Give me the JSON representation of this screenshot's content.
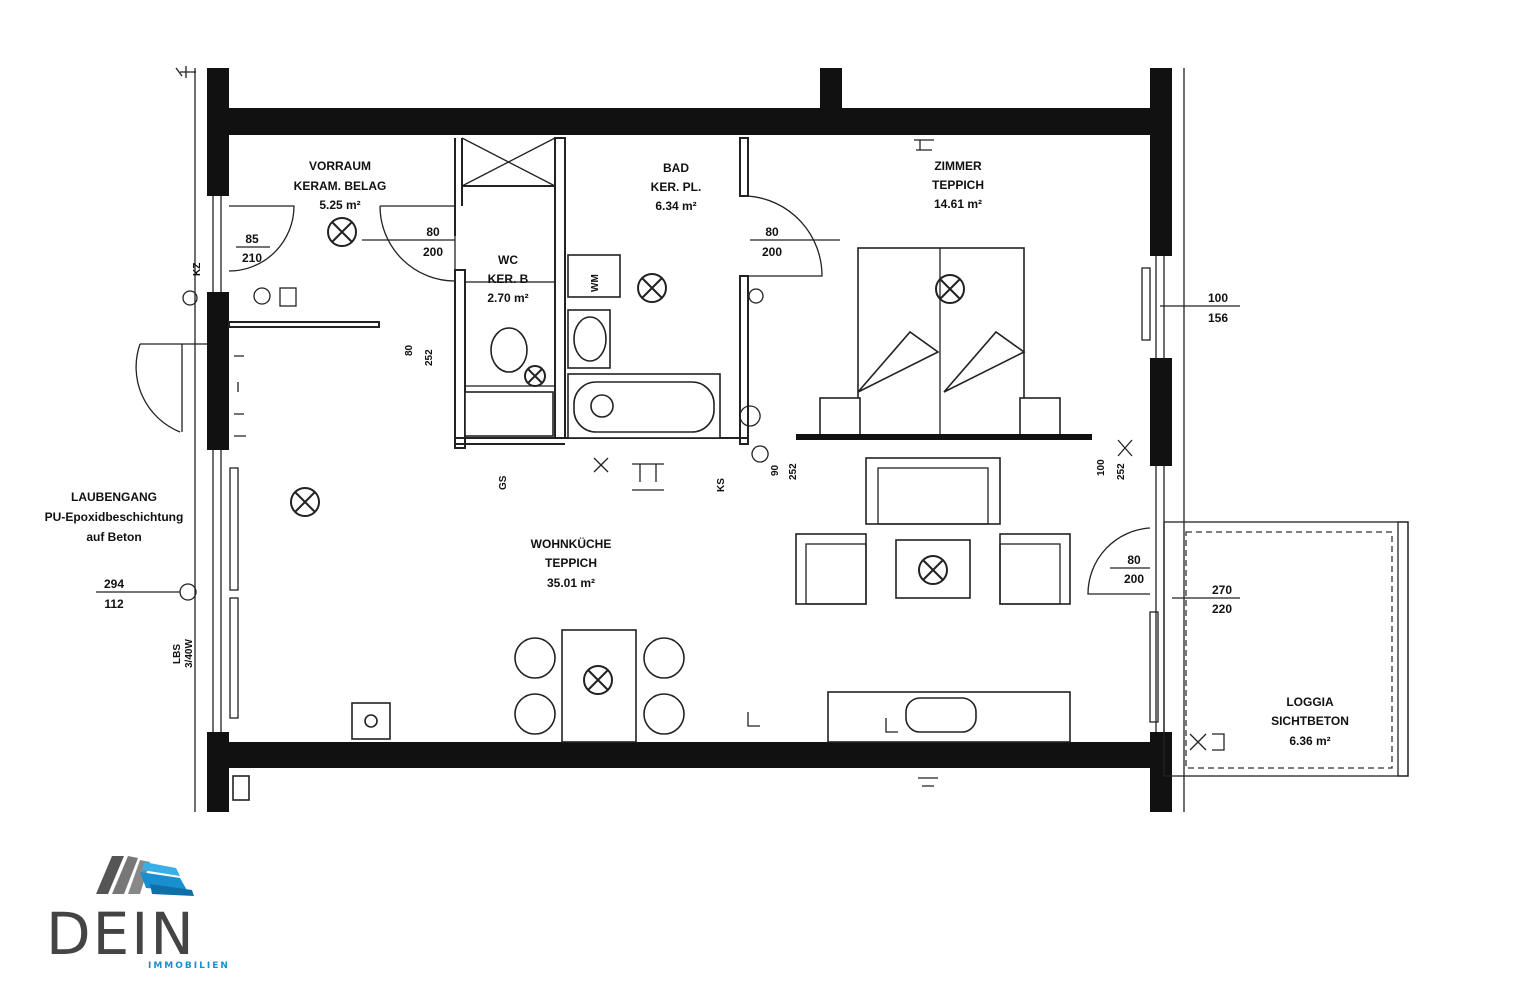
{
  "rooms": {
    "vorraum": {
      "name": "VORRAUM",
      "floor": "KERAM. BELAG",
      "area": "5.25 m²"
    },
    "bad": {
      "name": "BAD",
      "floor": "KER. PL.",
      "area": "6.34 m²"
    },
    "zimmer": {
      "name": "ZIMMER",
      "floor": "TEPPICH",
      "area": "14.61 m²"
    },
    "wc": {
      "name": "WC",
      "floor": "KER. B",
      "area": "2.70 m²"
    },
    "wohnkueche": {
      "name": "WOHNKÜCHE",
      "floor": "TEPPICH",
      "area": "35.01 m²"
    },
    "loggia": {
      "name": "LOGGIA",
      "floor": "SICHTBETON",
      "area": "6.36 m²"
    },
    "laubengang": {
      "name": "LAUBENGANG",
      "floor": "PU-Epoxidbeschichtung",
      "extra": "auf Beton"
    }
  },
  "dimensions": {
    "entry_door": {
      "w": "85",
      "h": "210"
    },
    "vorraum_wc_door": {
      "w": "80",
      "h": "200"
    },
    "bad_door": {
      "w": "80",
      "h": "200"
    },
    "zimmer_window": {
      "w": "100",
      "h": "156"
    },
    "loggia_door": {
      "w": "80",
      "h": "200"
    },
    "loggia_window": {
      "w": "270",
      "h": "220"
    },
    "laubengang_window": {
      "w": "294",
      "h": "112"
    }
  },
  "symbols": {
    "wm": "WM",
    "gs": "GS",
    "ks": "KS",
    "lbs": "LBS",
    "lbs_power": "3/40W",
    "wc_small_a": "80",
    "wc_small_b": "252",
    "bad_small_a": "90",
    "bad_small_b": "252",
    "zimmer_small_a": "100",
    "zimmer_small_b": "252",
    "kz": "KZ"
  },
  "logo": {
    "main": "DEIN",
    "sub": "IMMOBILIEN"
  },
  "colors": {
    "wall": "#111111",
    "logo_gray": "#444444",
    "logo_blue": "#1a8fd0"
  }
}
